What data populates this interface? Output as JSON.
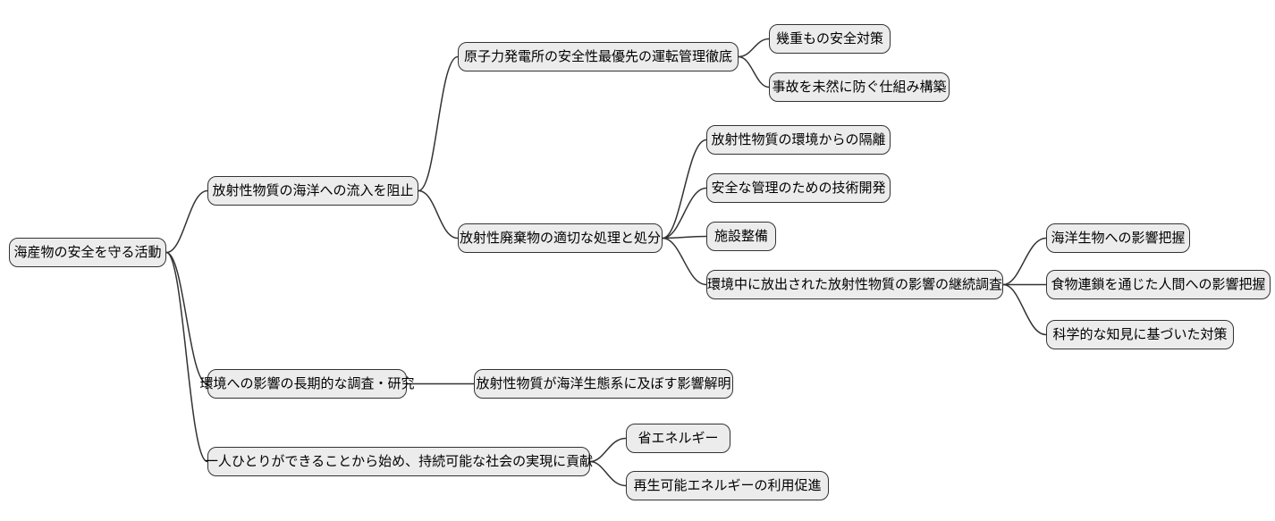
{
  "colors": {
    "background": "#ffffff",
    "node_fill": "#ececec",
    "node_border": "#333333",
    "edge_stroke": "#333333",
    "text": "#000000"
  },
  "mindmap": {
    "root": {
      "label": "海産物の安全を守る活動",
      "children": [
        {
          "label": "放射性物質の海洋への流入を阻止",
          "children": [
            {
              "label": "原子力発電所の安全性最優先の運転管理徹底",
              "children": [
                {
                  "label": "幾重もの安全対策"
                },
                {
                  "label": "事故を未然に防ぐ仕組み構築"
                }
              ]
            },
            {
              "label": "放射性廃棄物の適切な処理と処分",
              "children": [
                {
                  "label": "放射性物質の環境からの隔離"
                },
                {
                  "label": "安全な管理のための技術開発"
                },
                {
                  "label": "施設整備"
                },
                {
                  "label": "環境中に放出された放射性物質の影響の継続調査",
                  "children": [
                    {
                      "label": "海洋生物への影響把握"
                    },
                    {
                      "label": "食物連鎖を通じた人間への影響把握"
                    },
                    {
                      "label": "科学的な知見に基づいた対策"
                    }
                  ]
                }
              ]
            }
          ]
        },
        {
          "label": "環境への影響の長期的な調査・研究",
          "children": [
            {
              "label": "放射性物質が海洋生態系に及ぼす影響解明"
            }
          ]
        },
        {
          "label": "一人ひとりができることから始め、持続可能な社会の実現に貢献",
          "children": [
            {
              "label": "省エネルギー"
            },
            {
              "label": "再生可能エネルギーの利用促進"
            }
          ]
        }
      ]
    }
  }
}
